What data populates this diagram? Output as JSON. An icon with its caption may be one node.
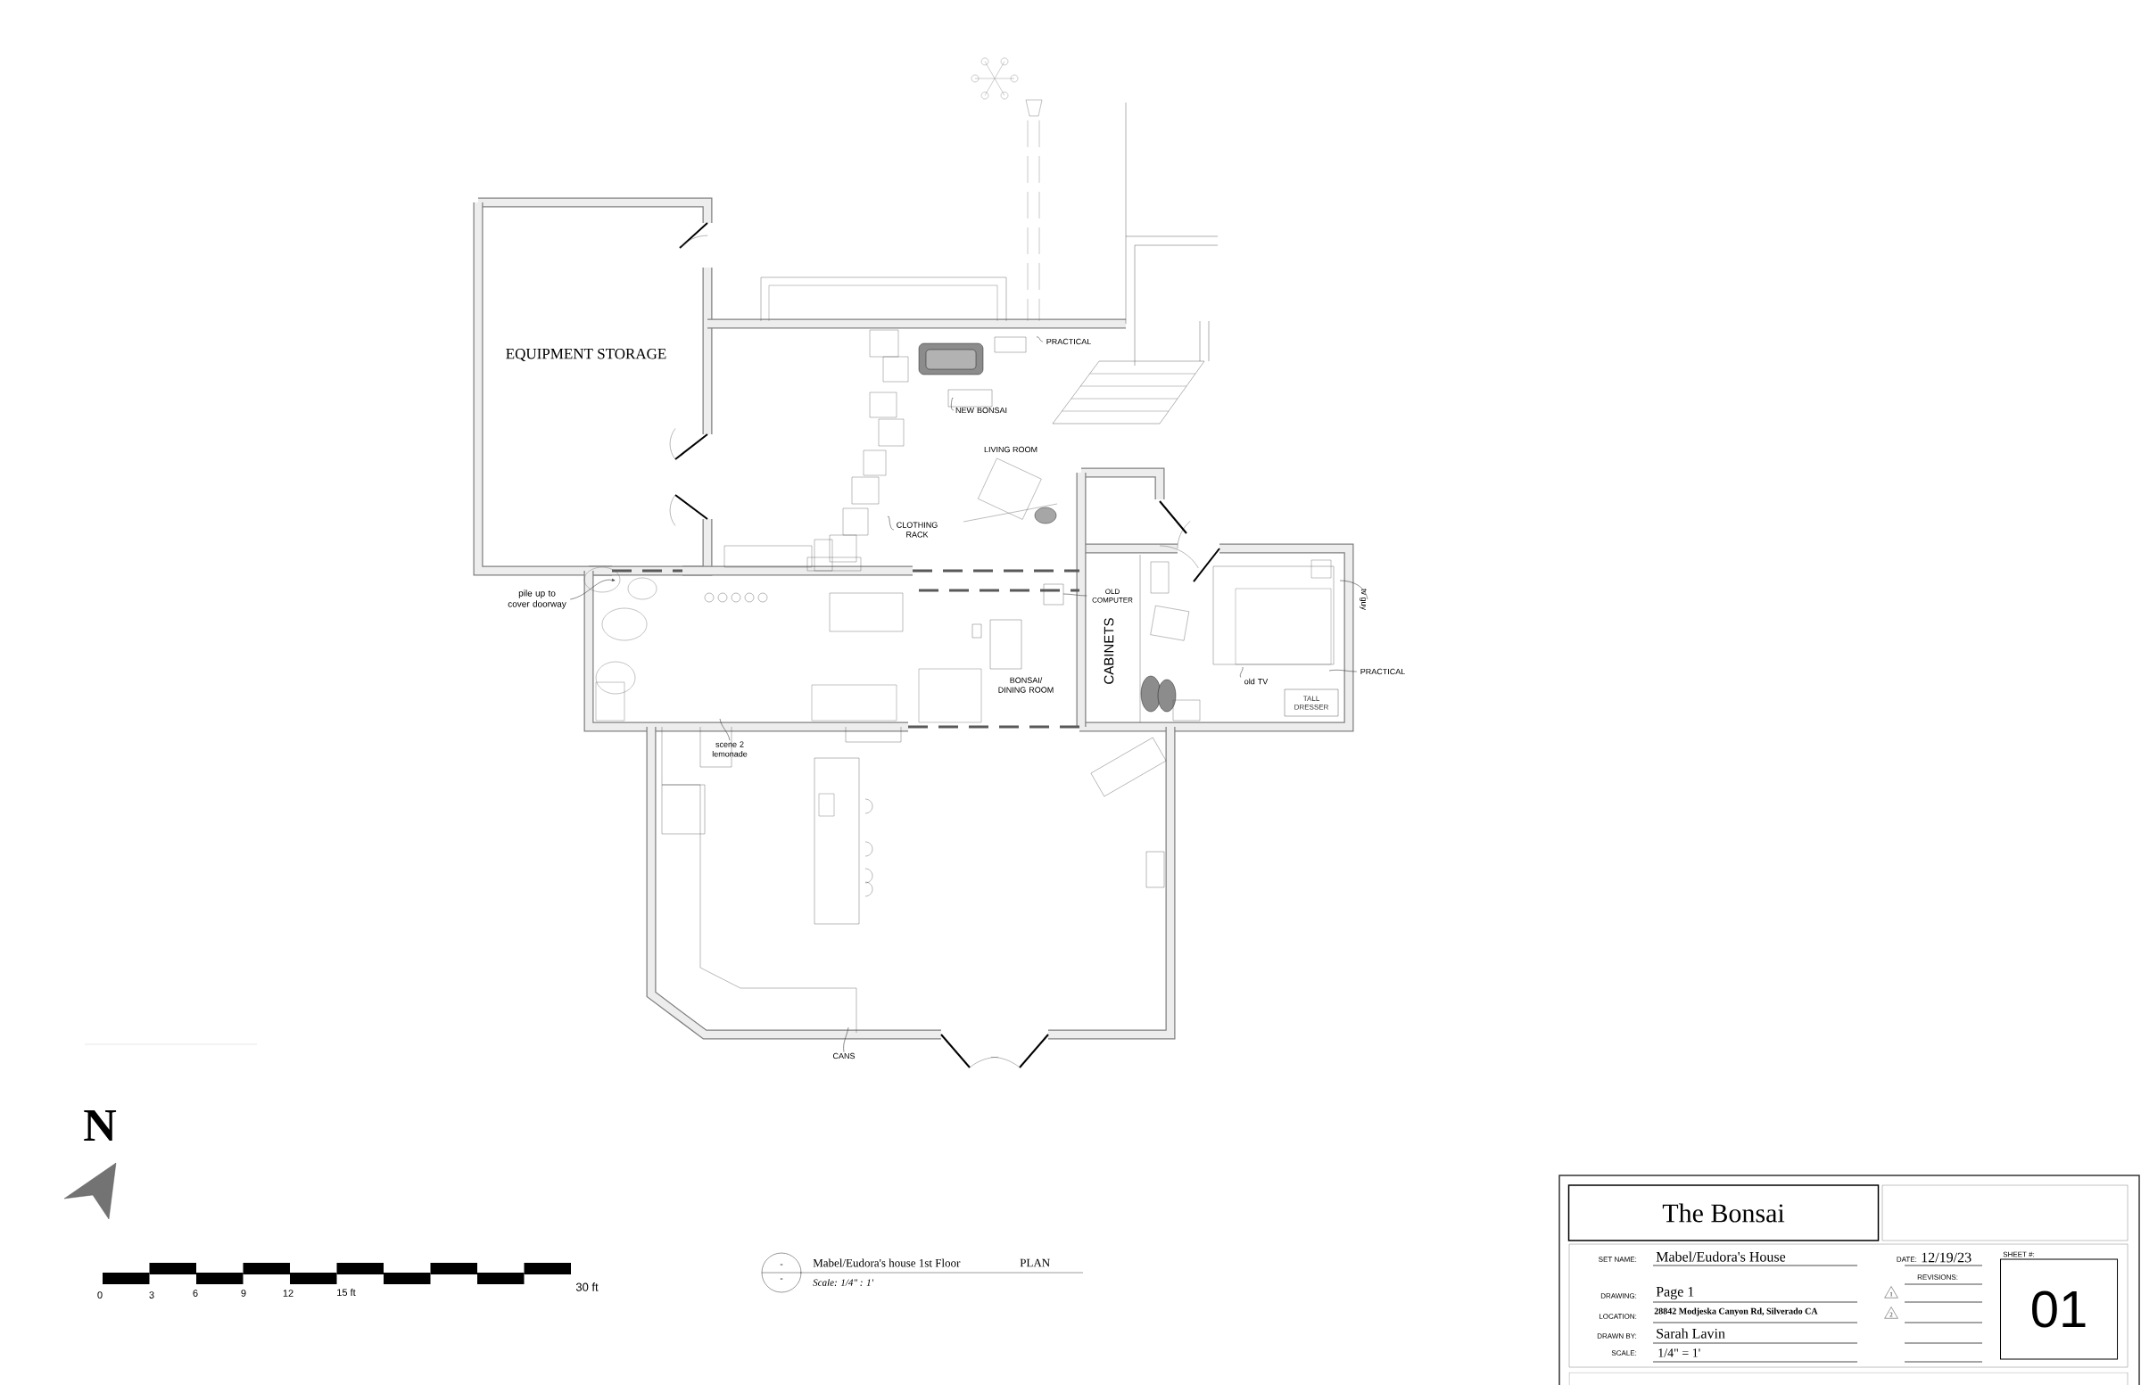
{
  "diagram": {
    "nodes": [
      {
        "text": [
          "The Bonsai"
        ]
      },
      {
        "text": [
          "SHEET #:",
          "01"
        ]
      },
      {
        "text": [
          "TALL DRESSER"
        ]
      },
      {
        "text": [
          "-",
          "-"
        ]
      },
      {
        "text": [
          "1"
        ]
      },
      {
        "text": [
          "2"
        ]
      },
      {
        "text": [
          "pile up to cover doorway"
        ]
      },
      {
        "text": [
          "scene 2 lemonade"
        ]
      },
      {
        "text": [
          "CANS"
        ]
      },
      {
        "text": [
          "OLD COMPUTER"
        ]
      },
      {
        "text": [
          "PRACTICAL"
        ]
      },
      {
        "text": [
          "NEW BONSAI"
        ]
      },
      {
        "text": [
          "CLOTHING RACK"
        ]
      },
      {
        "text": [
          "old TV"
        ]
      },
      {
        "text": [
          "PRACTICAL"
        ]
      },
      {
        "text": [
          "tv guy"
        ]
      }
    ],
    "edges": [
      {
        "from": 6,
        "to": null,
        "arrow": "to"
      },
      {
        "from": 7,
        "to": null,
        "arrow": "none"
      },
      {
        "from": 8,
        "to": null,
        "arrow": "none"
      },
      {
        "from": 9,
        "to": null,
        "arrow": "none"
      },
      {
        "from": 10,
        "to": null,
        "arrow": "none"
      },
      {
        "from": 11,
        "to": null,
        "arrow": "none"
      },
      {
        "from": 12,
        "to": null,
        "arrow": "none"
      },
      {
        "from": 13,
        "to": null,
        "arrow": "none"
      },
      {
        "from": 14,
        "to": null,
        "arrow": "none"
      },
      {
        "from": 15,
        "to": null,
        "arrow": "none"
      }
    ],
    "labels": [
      "EQUIPMENT STORAGE",
      "LIVING ROOM",
      "BONSAI/ DINING ROOM",
      "CABINETS",
      "N",
      "0",
      "3",
      "6",
      "9",
      "12",
      "15 ft",
      "30 ft",
      "Mabel/Eudora's house 1st Floor",
      "PLAN",
      "Scale: 1/4\" : 1'",
      "SET NAME:",
      "Mabel/Eudora's House",
      "DATE:",
      "12/19/23",
      "REVISIONS:",
      "DRAWING:",
      "Page 1",
      "LOCATION:",
      "28842 Modjeska Canyon Rd, Silverado CA",
      "DRAWN BY:",
      "Sarah Lavin",
      "SCALE:",
      "1/4\" = 1'"
    ]
  }
}
